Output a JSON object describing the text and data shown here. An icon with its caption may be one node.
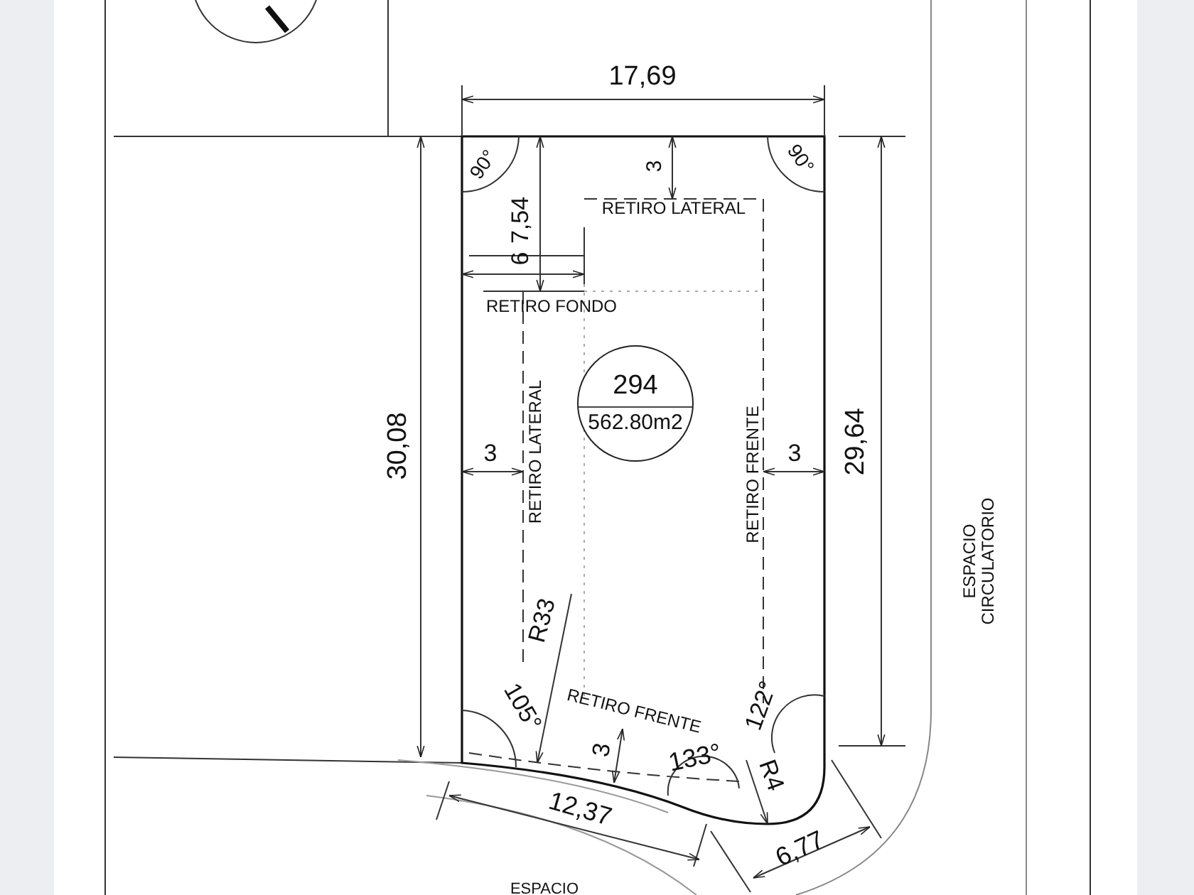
{
  "diagram": {
    "nodes": [
      {
        "text": [
          "294",
          "562.80m2"
        ]
      }
    ],
    "labels": [
      "17,69",
      "90°",
      "90°",
      "3",
      "RETIRO LATERAL",
      "7,54",
      "6",
      "RETIRO FONDO",
      "30,08",
      "RETIRO LATERAL",
      "3",
      "RETIRO FRENTE",
      "3",
      "29,64",
      "ESPACIO CIRCULATORIO",
      "R33",
      "105°",
      "RETIRO FRENTE",
      "122°",
      "3",
      "133°",
      "R4",
      "12,37",
      "6,77",
      "ESPACIO"
    ]
  }
}
